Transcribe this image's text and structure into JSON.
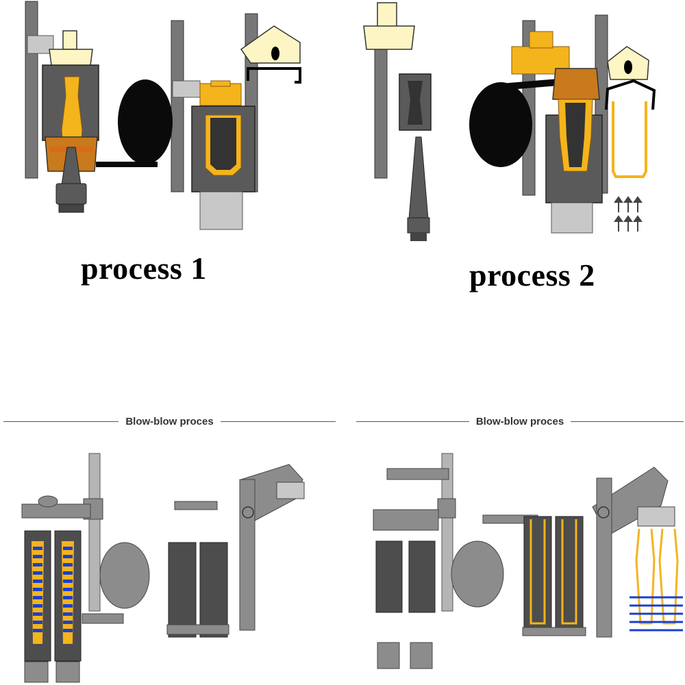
{
  "top_left": {
    "label": "process 1"
  },
  "top_right": {
    "label": "process 2"
  },
  "bottom_left": {
    "heading": "Blow-blow proces"
  },
  "bottom_right": {
    "heading": "Blow-blow proces"
  },
  "colors": {
    "mold_dark": "#5a5a5a",
    "column": "#777777",
    "light_grey": "#c8c8c8",
    "cream": "#fdf6c4",
    "glass_yellow": "#f4b41c",
    "amber": "#c87a1c",
    "black": "#0a0a0a",
    "blue": "#1a3fd0",
    "diagram_grey": "#8c8c8c",
    "diagram_dark": "#4d4d4d"
  }
}
